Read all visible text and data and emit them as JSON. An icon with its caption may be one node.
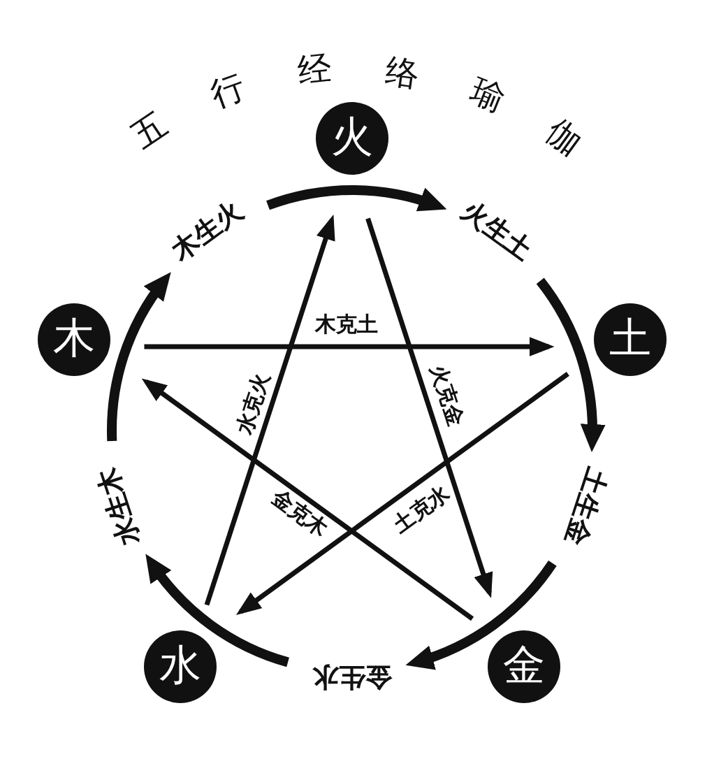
{
  "diagram": {
    "title": "五行经络瑜伽",
    "nodes": [
      {
        "text": [
          "火"
        ]
      },
      {
        "text": [
          "木生火"
        ]
      },
      {
        "text": [
          "火生土"
        ]
      },
      {
        "text": [
          "木"
        ]
      },
      {
        "text": [
          "土"
        ]
      },
      {
        "text": [
          "水生木"
        ]
      },
      {
        "text": [
          "土生金"
        ]
      },
      {
        "text": [
          "水"
        ]
      },
      {
        "text": [
          "金生水"
        ]
      },
      {
        "text": [
          "金"
        ]
      }
    ],
    "edges": [
      {
        "from": 1,
        "to": 2,
        "arrow": "to",
        "style": "thick"
      },
      {
        "from": 5,
        "to": 1,
        "arrow": "to",
        "style": "thick"
      },
      {
        "from": 2,
        "to": 6,
        "arrow": "to",
        "style": "thick"
      },
      {
        "from": 8,
        "to": 5,
        "arrow": "to",
        "style": "thick"
      },
      {
        "from": 6,
        "to": 8,
        "arrow": "to",
        "style": "thick"
      },
      {
        "from": 3,
        "to": 4,
        "arrow": "to",
        "label": "木克土"
      },
      {
        "from": 0,
        "to": 9,
        "arrow": "to",
        "label": "火克金"
      },
      {
        "from": 4,
        "to": 7,
        "arrow": "to",
        "label": "土克水"
      },
      {
        "from": 7,
        "to": 0,
        "arrow": "to",
        "label": "水克火"
      },
      {
        "from": 9,
        "to": 3,
        "arrow": "to",
        "label": "金克木"
      }
    ]
  }
}
